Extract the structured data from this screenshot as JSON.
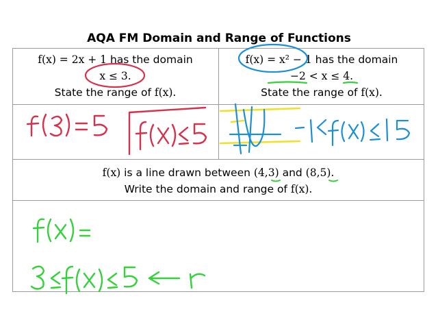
{
  "title": "AQA FM Domain and Range of Functions",
  "q1": {
    "line1_math": "f(x) = 2x + 1",
    "line1_text": " has the domain",
    "line2": "x ≤ 3.",
    "line3_text": "State the range of ",
    "line3_math": "f(x)."
  },
  "q2": {
    "line1_math": "f(x) = x² − 1",
    "line1_text": " has the domain",
    "line2": "−2 < x ≤ 4.",
    "line3_text": "State the range of ",
    "line3_math": "f(x)."
  },
  "q3": {
    "line1_math1": "f(x)",
    "line1_text1": " is a line drawn between ",
    "line1_math2": "(4,3)",
    "line1_text2": " and ",
    "line1_math3": "(8,5).",
    "line2_text": "Write the domain and range of ",
    "line2_math": "f(x)."
  },
  "colors": {
    "red_ink": "#d6304a",
    "blue_ink": "#1a8fd6",
    "green_ink": "#33d13a",
    "yellow_ink": "#f0e02a"
  }
}
